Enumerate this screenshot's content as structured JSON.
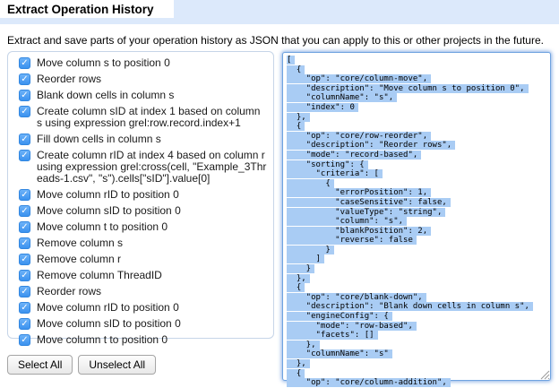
{
  "dialog": {
    "title": "Extract Operation History",
    "description": "Extract and save parts of your operation history as JSON that you can apply to this or other projects in the future."
  },
  "operations": [
    "Move column s to position 0",
    "Reorder rows",
    "Blank down cells in column s",
    "Create column sID at index 1 based on column s using expression grel:row.record.index+1",
    "Fill down cells in column s",
    "Create column rID at index 4 based on column r using expression grel:cross(cell, \"Example_3Threads-1.csv\", \"s\").cells[\"sID\"].value[0]",
    "Move column rID to position 0",
    "Move column sID to position 0",
    "Move column t to position 0",
    "Remove column s",
    "Remove column r",
    "Remove column ThreadID",
    "Reorder rows",
    "Move column rID to position 0",
    "Move column sID to position 0",
    "Move column t to position 0"
  ],
  "operations_all_checked": true,
  "json_lines": [
    "[",
    "  {",
    "    \"op\": \"core/column-move\",",
    "    \"description\": \"Move column s to position 0\",",
    "    \"columnName\": \"s\",",
    "    \"index\": 0",
    "  },",
    "  {",
    "    \"op\": \"core/row-reorder\",",
    "    \"description\": \"Reorder rows\",",
    "    \"mode\": \"record-based\",",
    "    \"sorting\": {",
    "      \"criteria\": [",
    "        {",
    "          \"errorPosition\": 1,",
    "          \"caseSensitive\": false,",
    "          \"valueType\": \"string\",",
    "          \"column\": \"s\",",
    "          \"blankPosition\": 2,",
    "          \"reverse\": false",
    "        }",
    "      ]",
    "    }",
    "  },",
    "  {",
    "    \"op\": \"core/blank-down\",",
    "    \"description\": \"Blank down cells in column s\",",
    "    \"engineConfig\": {",
    "      \"mode\": \"row-based\",",
    "      \"facets\": []",
    "    },",
    "    \"columnName\": \"s\"",
    "  },",
    "  {",
    "    \"op\": \"core/column-addition\","
  ],
  "buttons": {
    "select_all": "Select All",
    "unselect_all": "Unselect All"
  },
  "colors": {
    "header_band": "#dce9fb",
    "selection_highlight": "#a9ccf4",
    "checkbox_blue": "#3b92ef",
    "panel_border": "#c6d5e8",
    "textarea_focus_border": "#6fa3e0"
  }
}
